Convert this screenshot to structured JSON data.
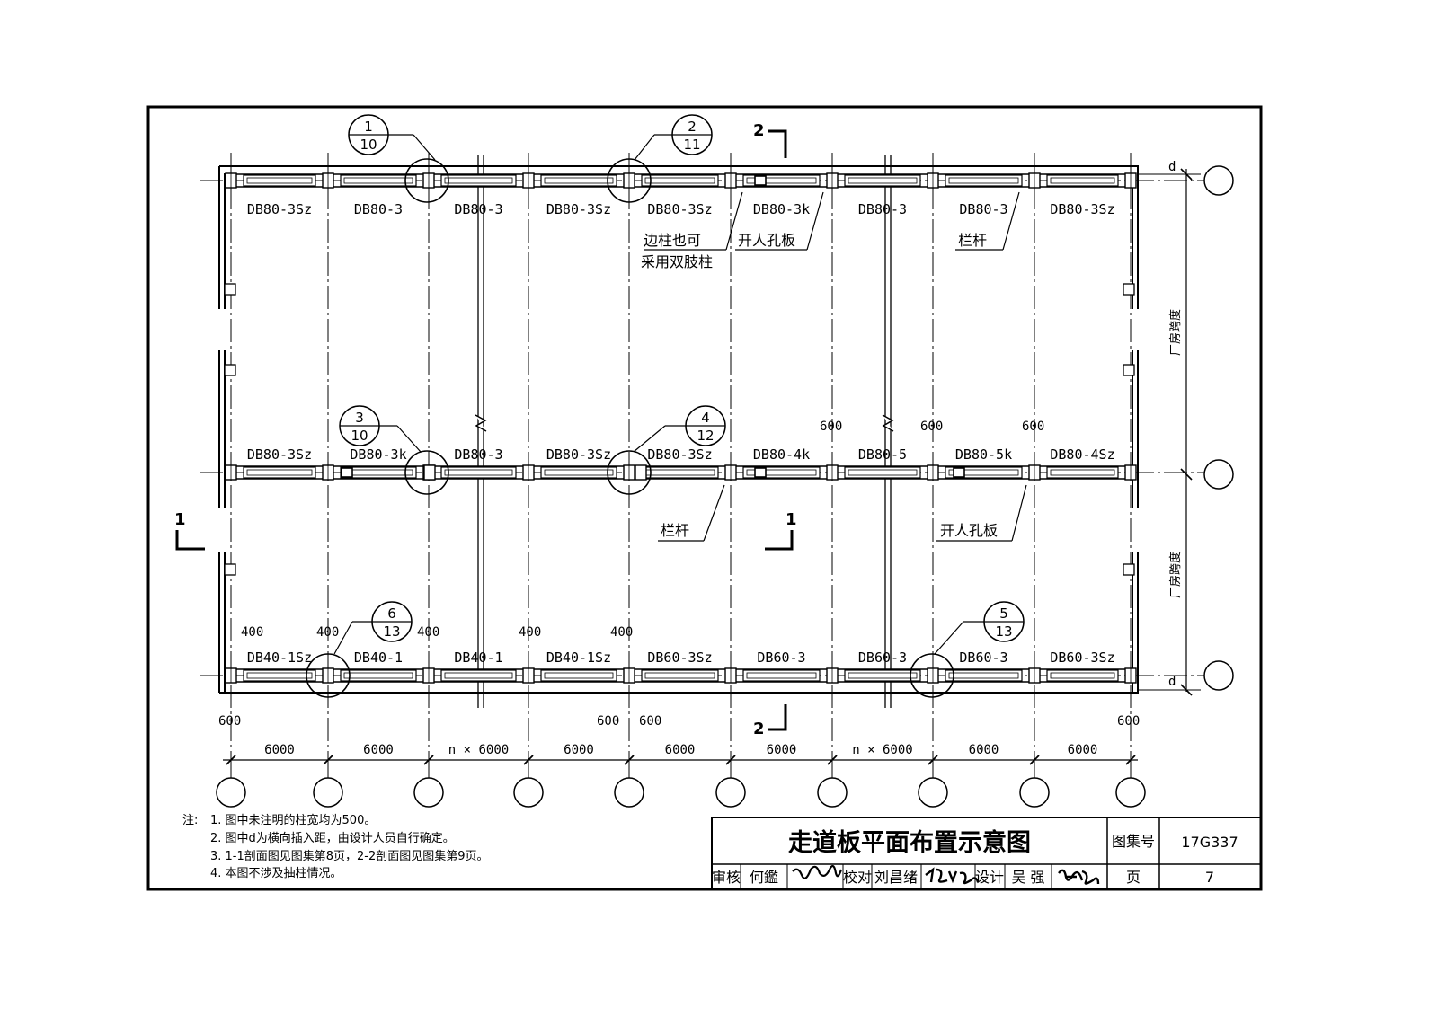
{
  "title_block": {
    "title": "走道板平面布置示意图",
    "atlas_label": "图集号",
    "atlas_number": "17G337",
    "review_label": "审核",
    "reviewer": "何鑑",
    "check_label": "校对",
    "checker": "刘昌绪",
    "design_label": "设计",
    "designer": "吴 强",
    "page_label": "页",
    "page_number": "7"
  },
  "notes": {
    "prefix": "注:",
    "items": [
      "1. 图中未注明的柱宽均为500。",
      "2. 图中d为横向插入距，由设计人员自行确定。",
      "3. 1-1剖面图见图集第8页，2-2剖面图见图集第9页。",
      "4. 本图不涉及抽柱情况。"
    ]
  },
  "rows": {
    "top": [
      "DB80-3Sz",
      "DB80-3",
      "DB80-3",
      "DB80-3Sz",
      "DB80-3Sz",
      "DB80-3k",
      "DB80-3",
      "DB80-3",
      "DB80-3Sz"
    ],
    "middle": [
      "DB80-3Sz",
      "DB80-3k",
      "DB80-3",
      "DB80-3Sz",
      "DB80-3Sz",
      "DB80-4k",
      "DB80-5",
      "DB80-5k",
      "DB80-4Sz"
    ],
    "bottom": [
      "DB40-1Sz",
      "DB40-1",
      "DB40-1",
      "DB40-1Sz",
      "DB60-3Sz",
      "DB60-3",
      "DB60-3",
      "DB60-3",
      "DB60-3Sz"
    ]
  },
  "callouts": {
    "side_column_line1": "边柱也可",
    "side_column_line2": "采用双肢柱",
    "manhole_top": "开人孔板",
    "railing_top": "栏杆",
    "railing_mid": "栏杆",
    "manhole_mid": "开人孔板"
  },
  "detail_refs": [
    {
      "num": "1",
      "sheet": "10"
    },
    {
      "num": "2",
      "sheet": "11"
    },
    {
      "num": "3",
      "sheet": "10"
    },
    {
      "num": "4",
      "sheet": "12"
    },
    {
      "num": "5",
      "sheet": "13"
    },
    {
      "num": "6",
      "sheet": "13"
    }
  ],
  "section_marks": {
    "s2_top": "2",
    "s1_left": "1",
    "s1_mid": "1",
    "s2_bottom": "2"
  },
  "dimensions": {
    "bays": [
      "6000",
      "6000",
      "n × 6000",
      "6000",
      "6000",
      "6000",
      "n × 6000",
      "6000",
      "6000"
    ],
    "offset_600": "600",
    "mid_600": [
      "600",
      "600",
      "600"
    ],
    "spacing_400": "400",
    "d": "d",
    "span_label": "厂房跨度"
  }
}
